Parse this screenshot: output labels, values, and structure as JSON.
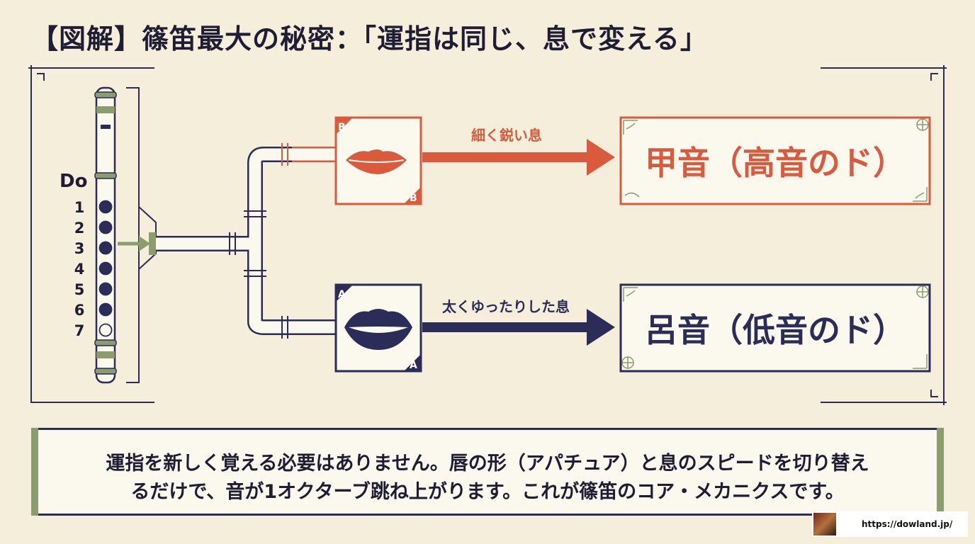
{
  "title": "【図解】篠笛最大の秘密：「運指は同じ、息で変える」",
  "flute": {
    "note_label": "Do",
    "holes": [
      {
        "number": "1",
        "closed": true
      },
      {
        "number": "2",
        "closed": true
      },
      {
        "number": "3",
        "closed": true
      },
      {
        "number": "4",
        "closed": true
      },
      {
        "number": "5",
        "closed": true
      },
      {
        "number": "6",
        "closed": true
      },
      {
        "number": "7",
        "closed": false
      }
    ]
  },
  "branches": {
    "upper": {
      "marker": "B",
      "breath_label": "細く鋭い息",
      "result": "甲音（高音のド）",
      "color": "#d95a3c"
    },
    "lower": {
      "marker": "A",
      "breath_label": "太くゆったりした息",
      "result": "呂音（低音のド）",
      "color": "#2b2c57"
    }
  },
  "note": {
    "line1": "運指を新しく覚える必要はありません。唇の形（アパチュア）と息のスピードを切り替え",
    "line2": "るだけで、音が1オクターブ跳ね上がります。これが篠笛のコア・メカニクスです。"
  },
  "badge": {
    "url": "https://dowland.jp/"
  },
  "colors": {
    "navy": "#2b2c57",
    "orange": "#d95a3c",
    "green": "#8b9c6e",
    "paper": "#f5eedb"
  }
}
